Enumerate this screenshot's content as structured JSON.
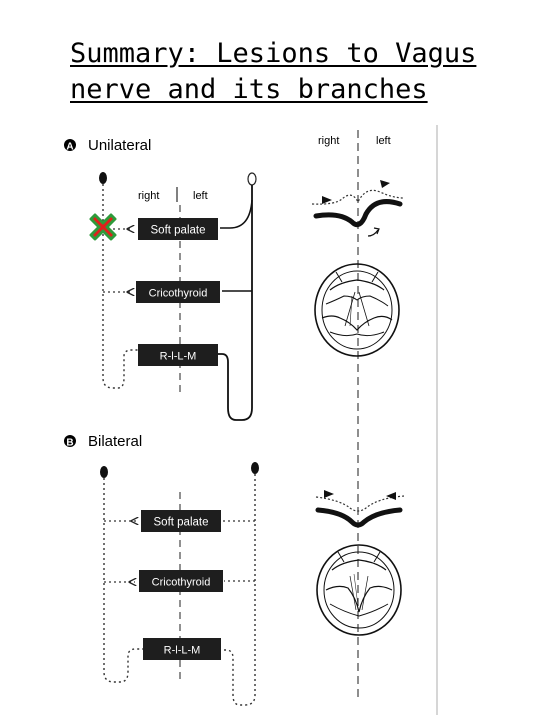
{
  "title": {
    "line1": "Summary:  Lesions to Vagus",
    "line2": "nerve and its branches"
  },
  "section_a": {
    "badge": "A",
    "heading": "Unilateral",
    "side_right": "right",
    "side_left": "left",
    "boxes": [
      "Soft palate",
      "Cricothyroid",
      "R-l-L-M"
    ]
  },
  "section_b": {
    "badge": "B",
    "heading": "Bilateral",
    "boxes": [
      "Soft palate",
      "Cricothyroid",
      "R-l-L-M"
    ]
  },
  "right_panel": {
    "side_right": "right",
    "side_left": "left"
  },
  "colors": {
    "lesion_fill": "#e0201c",
    "lesion_outline": "#2e9b3a",
    "box_fill": "#1e1e1e"
  },
  "icons": {
    "lesion_marker": "x-mark-icon"
  }
}
